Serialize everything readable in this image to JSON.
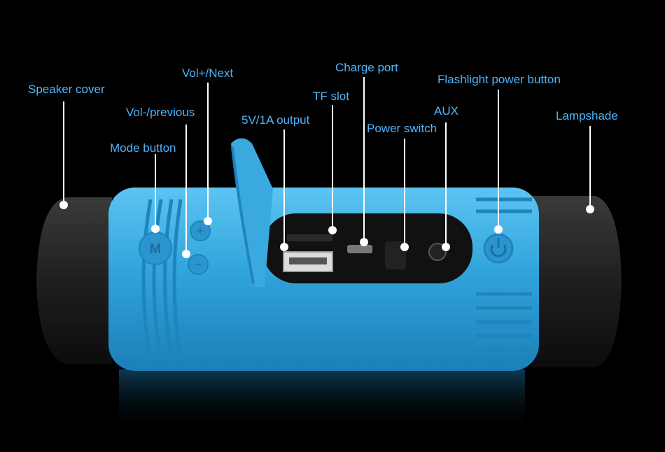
{
  "colors": {
    "background": "#000000",
    "label_text": "#4fb4ff",
    "leader_line": "#ffffff",
    "speaker_body": "#33a6dd",
    "end_caps": "#1e1e1e"
  },
  "labels": {
    "speaker_cover": "Speaker cover",
    "vol_next": "Vol+/Next",
    "vol_previous": "Vol-/previous",
    "mode_button": "Mode button",
    "output": "5V/1A output",
    "tf_slot": "TF slot",
    "charge_port": "Charge port",
    "power_switch": "Power switch",
    "aux": "AUX",
    "flashlight_button": "Flashlight power button",
    "lampshade": "Lampshade"
  },
  "icons": {
    "mode": "M",
    "plus": "+",
    "minus": "−"
  }
}
